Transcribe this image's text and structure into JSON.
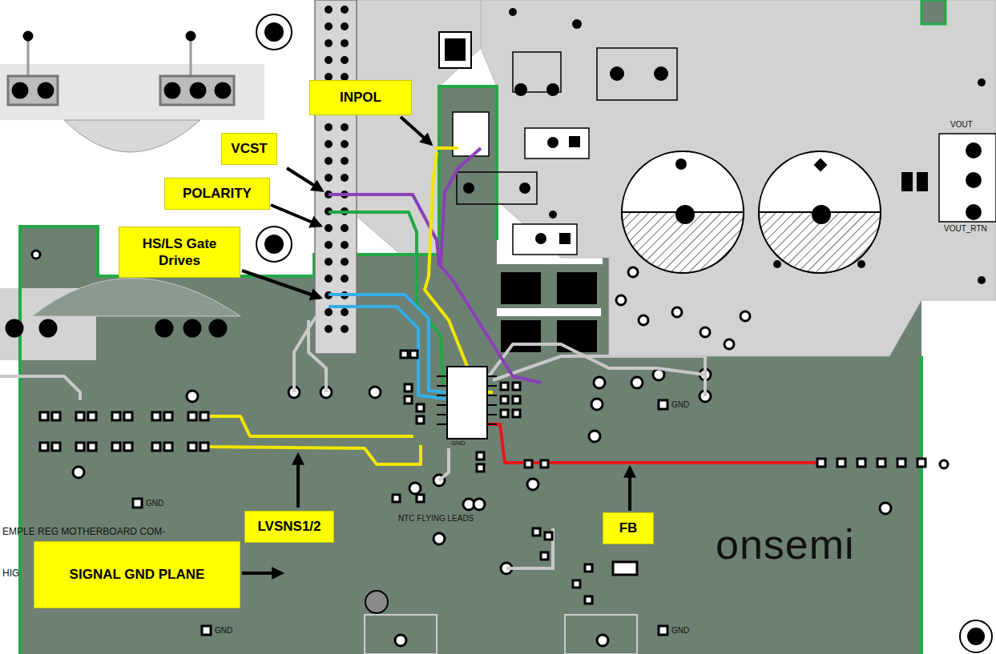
{
  "diagram": {
    "nodes": [
      {
        "text": [
          "INPOL"
        ]
      },
      {
        "text": [
          "VCST"
        ]
      },
      {
        "text": [
          "POLARITY"
        ]
      },
      {
        "text": [
          "HS/LS Gate Drives"
        ]
      },
      {
        "text": [
          "LVSNS1/2"
        ]
      },
      {
        "text": [
          "FB"
        ]
      },
      {
        "text": [
          "SIGNAL GND PLANE"
        ]
      }
    ],
    "labels": [
      "VOUT",
      "VOUT_RTN",
      "GND",
      "GND",
      "NTC FLYING LEADS",
      "GND",
      "EMPLE REG MOTHERBOARD COM-",
      "HIG",
      "onsemi",
      "GND",
      "GND"
    ]
  }
}
